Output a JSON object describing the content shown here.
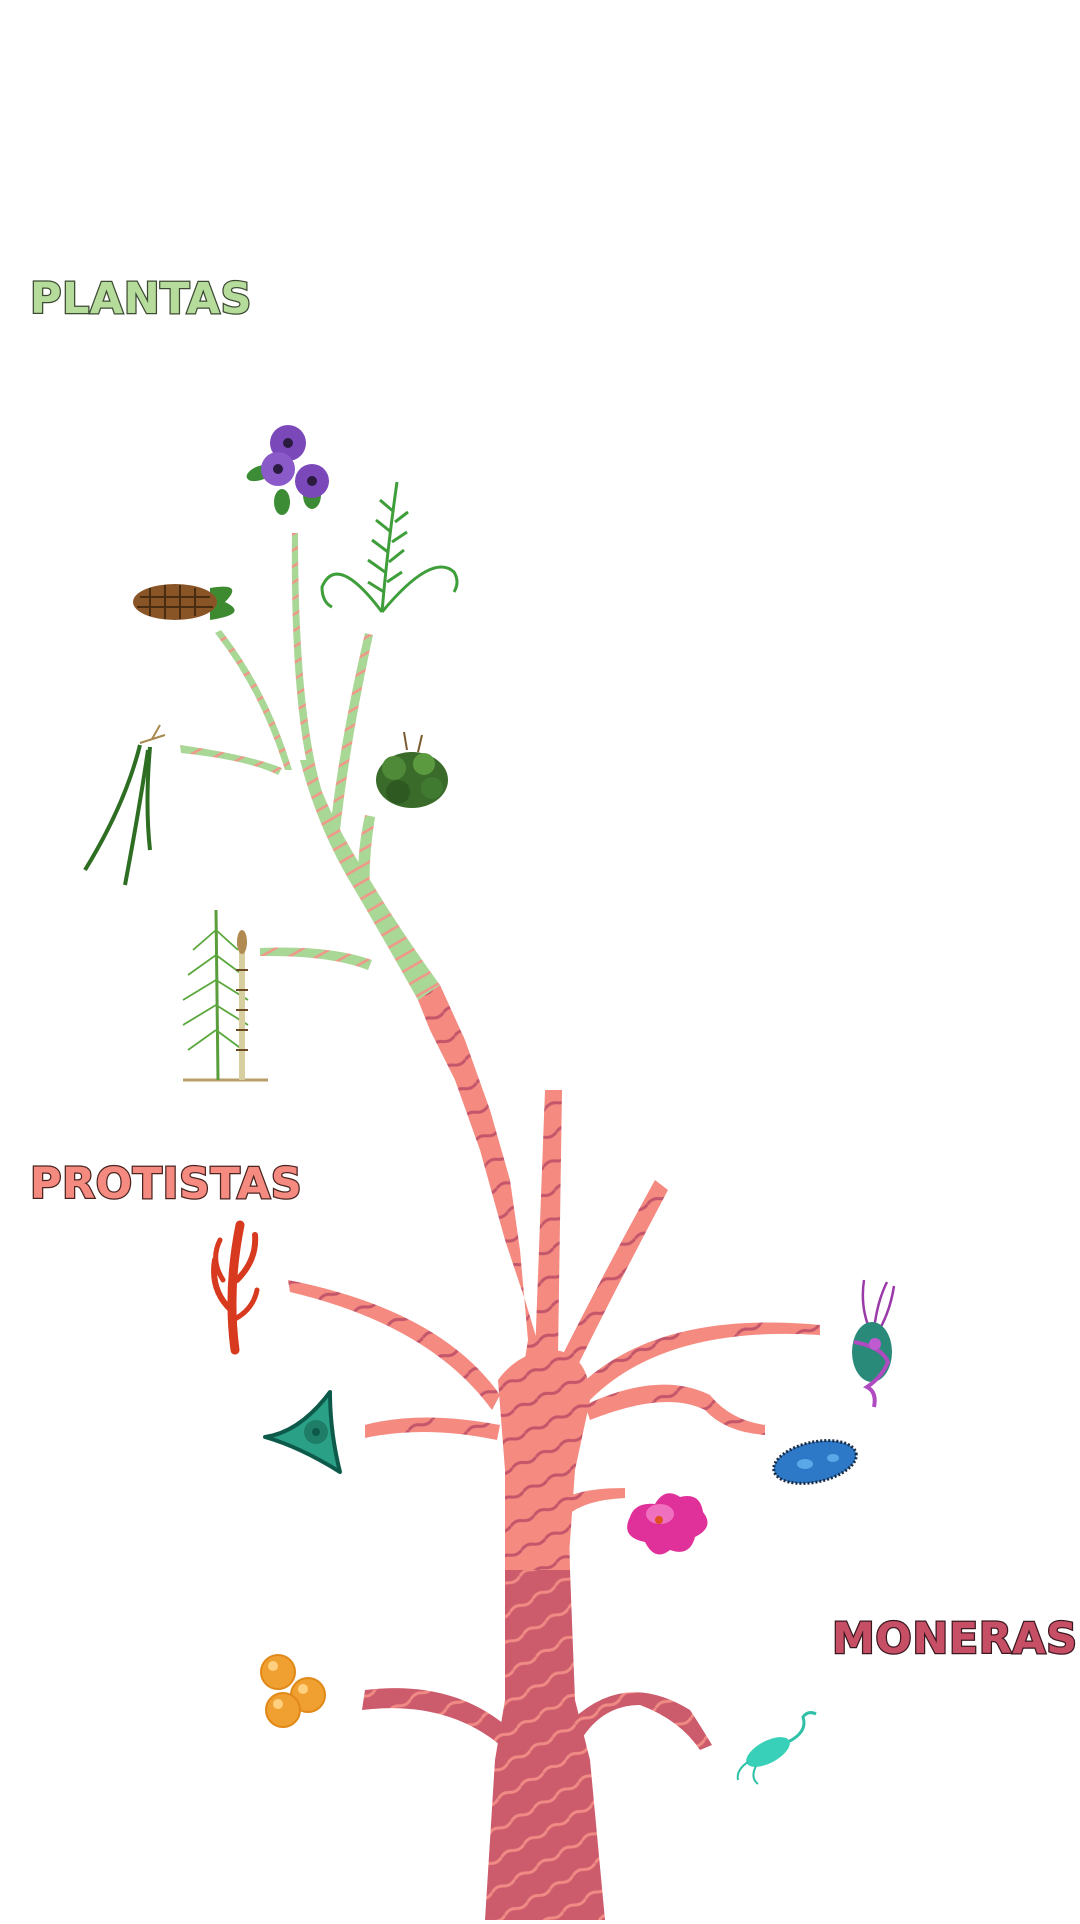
{
  "kingdoms": {
    "plantas": {
      "label": "PLANTAS",
      "color": "#b6dc9c"
    },
    "protistas": {
      "label": "PROTISTAS",
      "color": "#f48a80"
    },
    "moneras": {
      "label": "MONERAS",
      "color": "#c64f66"
    }
  },
  "palette": {
    "plant_branch": "#a9d796",
    "plant_stripe": "#f2968a",
    "protist_branch": "#f48a80",
    "protist_stripe": "#c3566a",
    "monera_trunk": "#cc5b6c",
    "monera_stripe": "#f08a84"
  },
  "organisms": {
    "plantas": [
      "flower-icon",
      "fern-icon",
      "pine-cone-icon",
      "moss-icon",
      "club-moss-icon",
      "horsetail-icon"
    ],
    "protistas": [
      "red-algae-icon",
      "euglena-icon",
      "diatom-icon",
      "paramecium-icon",
      "amoeba-icon"
    ],
    "moneras": [
      "coccus-bacteria-icon",
      "bacillus-bacteria-icon"
    ]
  }
}
